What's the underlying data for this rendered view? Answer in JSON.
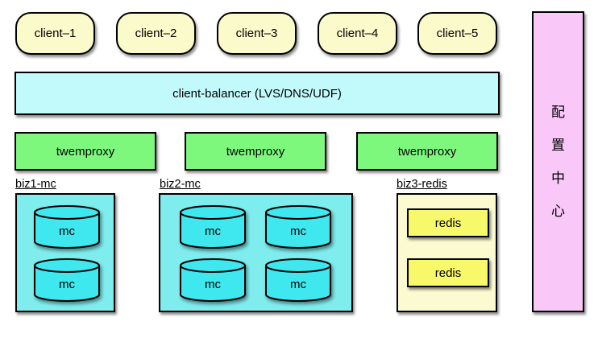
{
  "clients": [
    {
      "label": "client–1"
    },
    {
      "label": "client–2"
    },
    {
      "label": "client–3"
    },
    {
      "label": "client–4"
    },
    {
      "label": "client–5"
    }
  ],
  "balancer": {
    "label": "client-balancer (LVS/DNS/UDF)"
  },
  "proxies": [
    {
      "label": "twemproxy"
    },
    {
      "label": "twemproxy"
    },
    {
      "label": "twemproxy"
    }
  ],
  "clusters": {
    "biz1": {
      "title": "biz1-mc",
      "nodes": [
        "mc",
        "mc"
      ]
    },
    "biz2": {
      "title": "biz2-mc",
      "nodes": [
        "mc",
        "mc",
        "mc",
        "mc"
      ]
    },
    "biz3": {
      "title": "biz3-redis",
      "nodes": [
        "redis",
        "redis"
      ]
    }
  },
  "config_center": {
    "label": "配置中心",
    "chars": [
      "配",
      "置",
      "中",
      "心"
    ]
  },
  "colors": {
    "client_fill": "#fbfacb",
    "balancer_fill": "#c2fafc",
    "proxy_fill": "#7df87d",
    "mc_box_fill": "#7fedee",
    "mc_cylinder_fill": "#3fe8ee",
    "redis_box_fill": "#fbfad0",
    "redis_node_fill": "#f7f96b",
    "config_fill": "#f9c7f8",
    "border": "#000000"
  }
}
